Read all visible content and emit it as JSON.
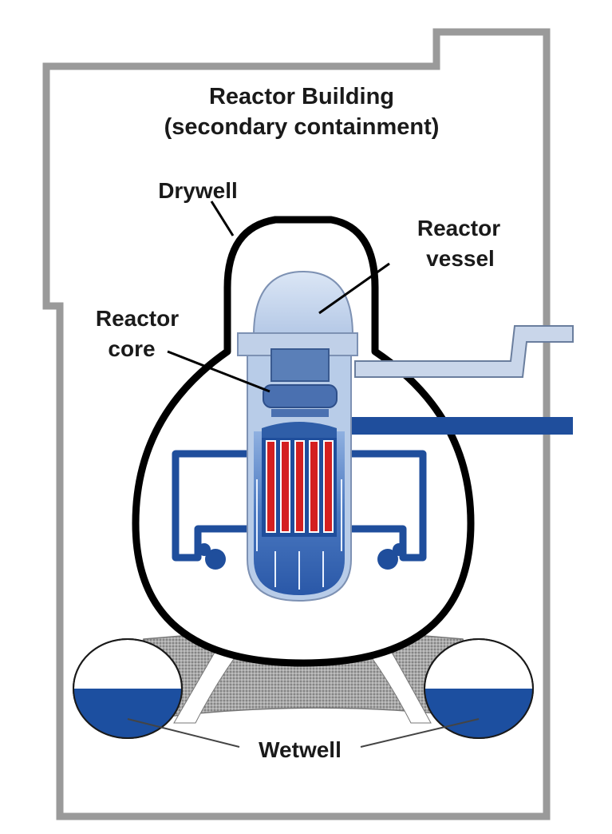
{
  "labels": {
    "reactor_building_line1": "Reactor Building",
    "reactor_building_line2": "(secondary containment)",
    "drywell": "Drywell",
    "reactor_vessel_line1": "Reactor",
    "reactor_vessel_line2": "vessel",
    "reactor_core_line1": "Reactor",
    "reactor_core_line2": "core",
    "wetwell": "Wetwell"
  },
  "colors": {
    "building_wall": "#9a9a9a",
    "containment_outline": "#000000",
    "vessel_light": "#b8cce8",
    "vessel_water": "#2f5ea8",
    "piping": "#1f4e9c",
    "fuel_rods": "#d42020",
    "wetwell_water": "#1c4fa0",
    "torus_shading": "#8a8a8a"
  }
}
